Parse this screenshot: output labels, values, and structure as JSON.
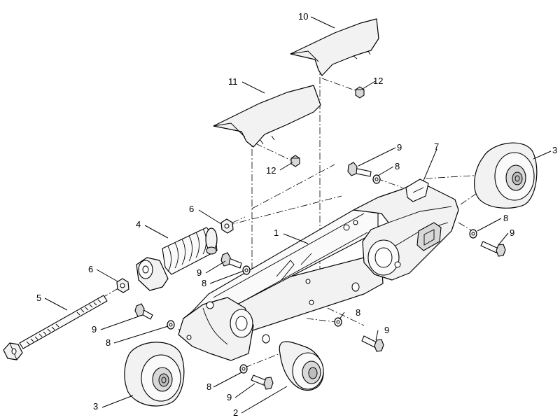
{
  "callouts": {
    "c1": "1",
    "c2": "2",
    "c3a": "3",
    "c3b": "3",
    "c4": "4",
    "c5": "5",
    "c6a": "6",
    "c6b": "6",
    "c7": "7",
    "c8a": "8",
    "c8b": "8",
    "c8c": "8",
    "c8d": "8",
    "c8e": "8",
    "c9a": "9",
    "c9b": "9",
    "c9c": "9",
    "c9d": "9",
    "c9e": "9",
    "c9f": "9",
    "c10": "10",
    "c11": "11",
    "c12a": "12",
    "c12b": "12"
  }
}
